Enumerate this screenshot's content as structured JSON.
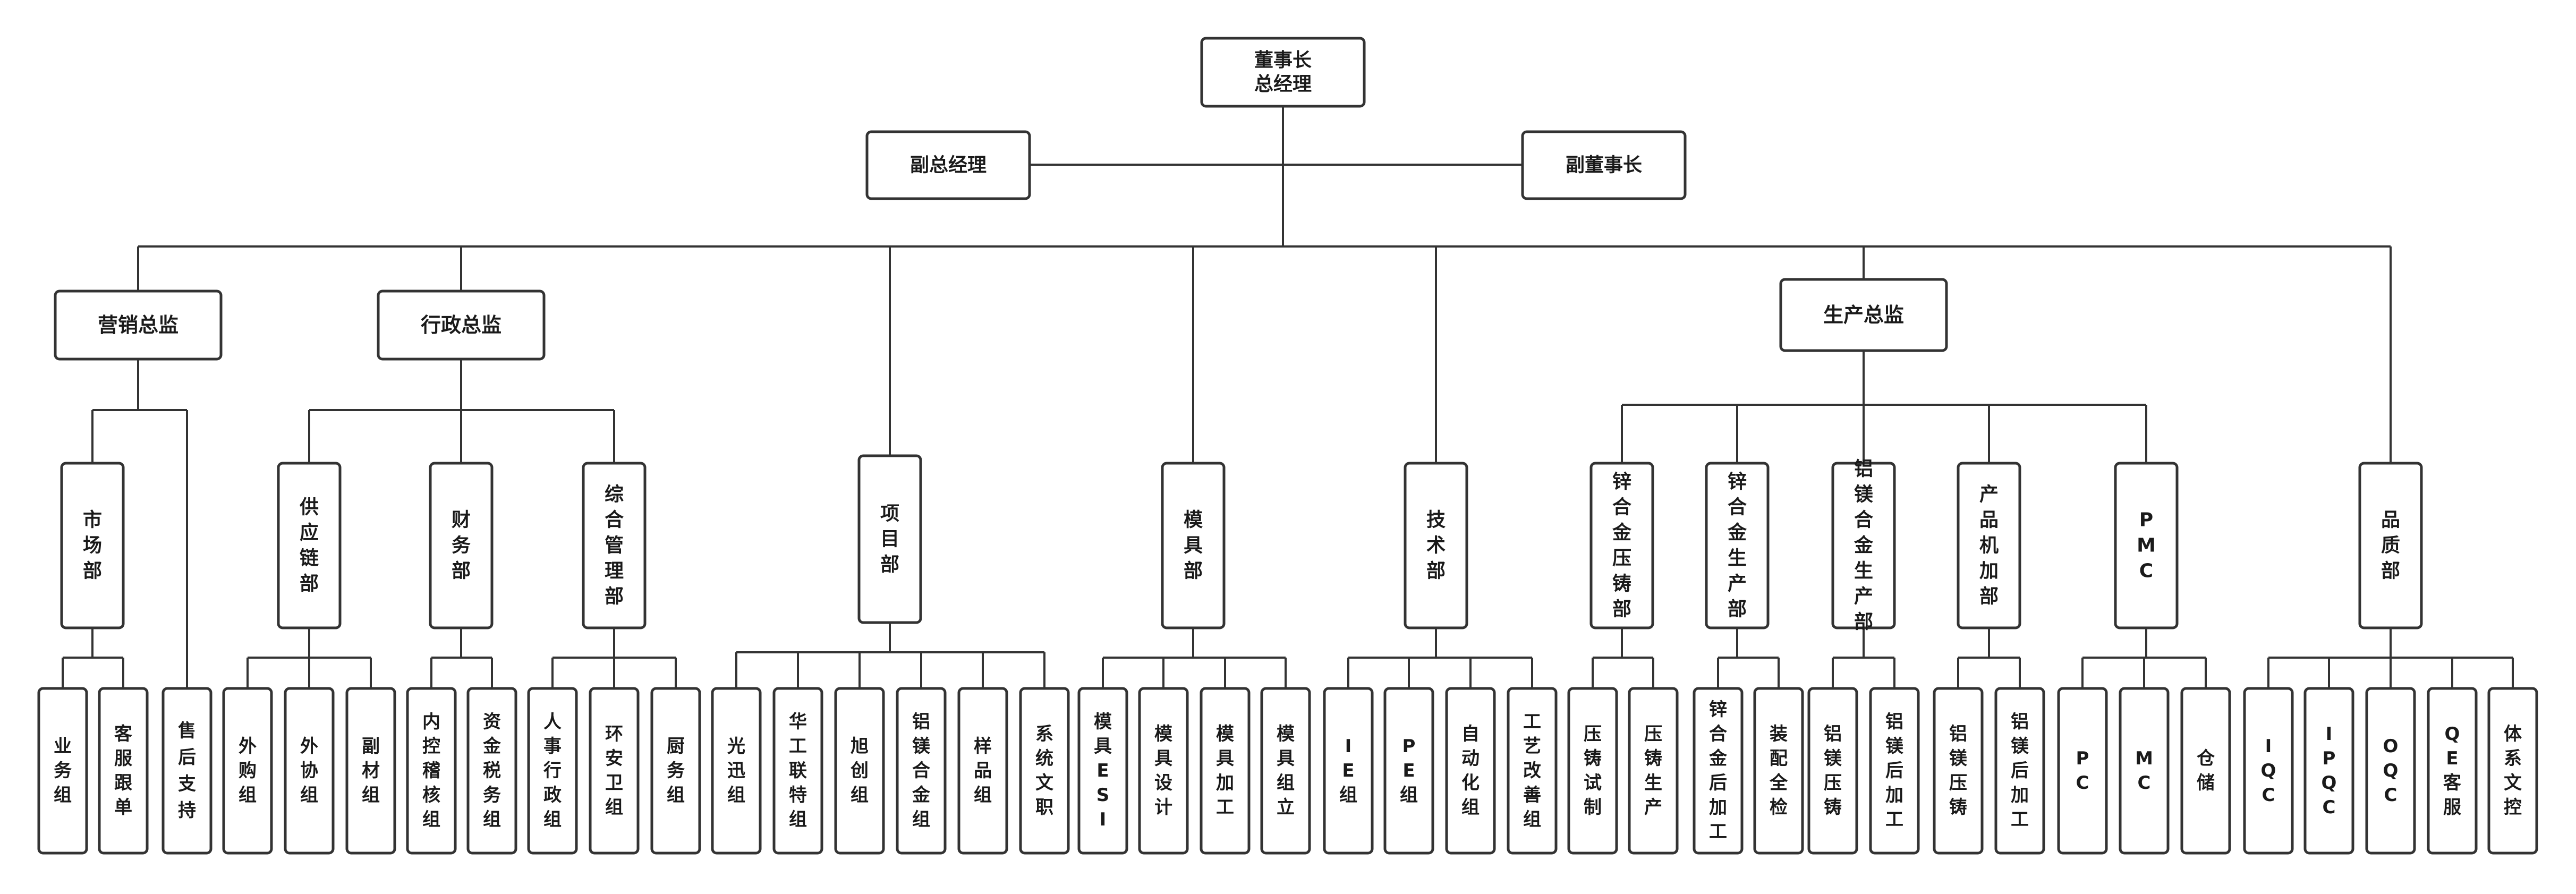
{
  "chairman": {
    "line1": "董事长",
    "line2": "总经理"
  },
  "vice_gm": "副总经理",
  "vice_chairman": "副董事长",
  "directors": {
    "marketing": "营销总监",
    "admin": "行政总监",
    "production": "生产总监"
  },
  "departments": {
    "market": "市场部",
    "supply_chain": "供应链部",
    "finance": "财务部",
    "general_mgmt": "综合管理部",
    "project": "项目部",
    "mold": "模具部",
    "tech": "技术部",
    "zinc_cast": "锌合金压铸部",
    "zinc_prod": "锌合金生产部",
    "al_prod": "铝镁合金生产部",
    "machining": "产品机加部",
    "pmc": "PMC",
    "quality": "品质部"
  },
  "after_sales": "售后支持",
  "groups": {
    "market": [
      "业务组",
      "客服跟单"
    ],
    "supply_chain": [
      "外购组",
      "外协组",
      "副材组"
    ],
    "finance": [
      "内控稽核组",
      "资金税务组"
    ],
    "general_mgmt": [
      "人事行政组",
      "环安卫组",
      "厨务组"
    ],
    "project": [
      "光迅组",
      "华工联特组",
      "旭创组",
      "铝镁合金组",
      "样品组",
      "系统文职"
    ],
    "mold": [
      "模具ESI",
      "模具设计",
      "模具加工",
      "模具组立"
    ],
    "tech": [
      "IE组",
      "PE组",
      "自动化组",
      "工艺改善组"
    ],
    "zinc_cast": [
      "压铸试制",
      "压铸生产"
    ],
    "zinc_prod": [
      "锌合金后加工",
      "装配全检"
    ],
    "al_prod": [
      "铝镁压铸",
      "铝镁后加工"
    ],
    "machining": [
      "铝镁压铸",
      "铝镁后加工"
    ],
    "pmc": [
      "PC",
      "MC",
      "仓储"
    ],
    "quality": [
      "IQC",
      "IPQC",
      "OQC",
      "QE客服",
      "体系文控"
    ]
  }
}
